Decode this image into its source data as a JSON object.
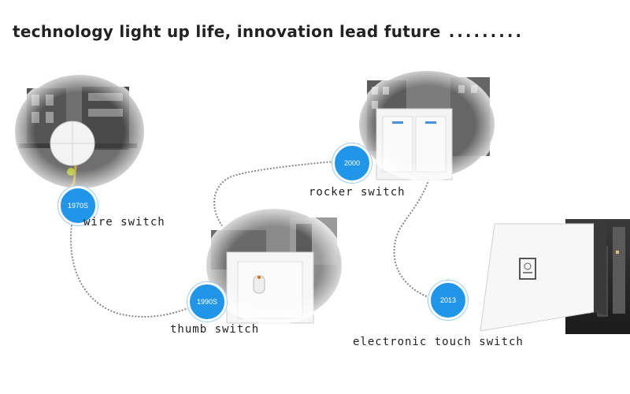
{
  "headline": "technology light up life, innovation lead future",
  "headline_dots": ".........",
  "milestones": [
    {
      "year": "1970S",
      "label": "wire switch"
    },
    {
      "year": "1990S",
      "label": "thumb switch"
    },
    {
      "year": "2000",
      "label": "rocker switch"
    },
    {
      "year": "2013",
      "label": "electronic touch switch"
    }
  ],
  "colors": {
    "badge": "#2196e8",
    "text": "#222222",
    "connector": "#888888"
  }
}
